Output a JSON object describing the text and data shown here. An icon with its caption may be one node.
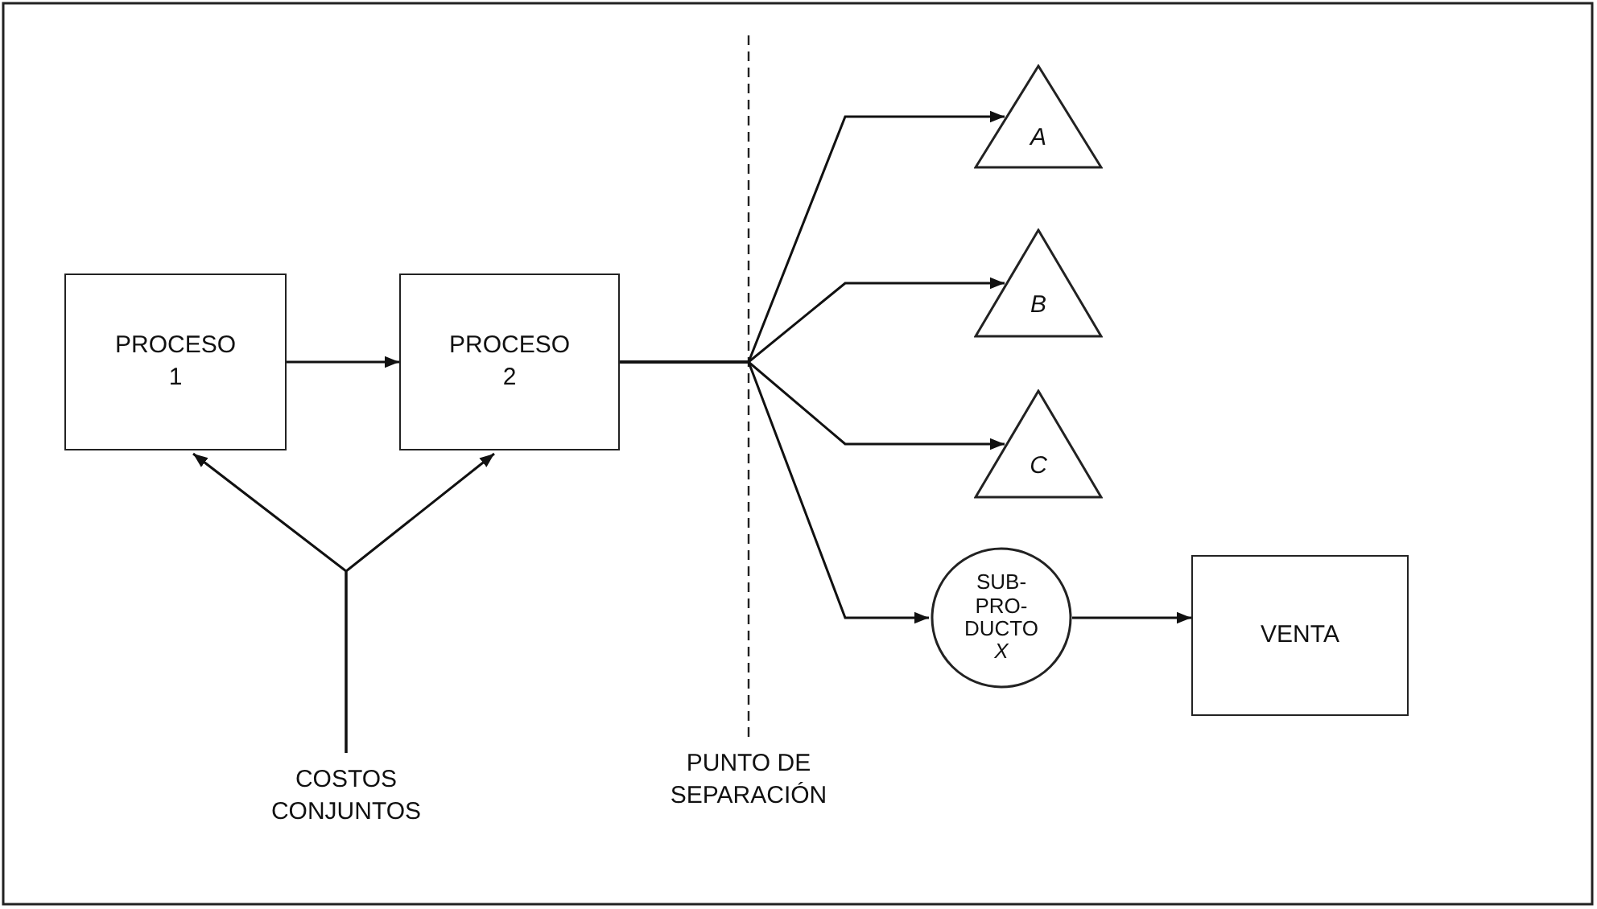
{
  "diagram": {
    "nodes": [
      {
        "text": [
          "PROCESO 1"
        ]
      },
      {
        "text": [
          "PROCESO 2"
        ]
      },
      {
        "text": [
          "COSTOS CONJUNTOS"
        ]
      },
      {
        "text": [
          "A"
        ]
      },
      {
        "text": [
          "B"
        ]
      },
      {
        "text": [
          "C"
        ]
      },
      {
        "text": [
          "SUB- PRO- DUCTO *X*"
        ]
      },
      {
        "text": [
          "VENTA"
        ]
      }
    ],
    "edges": [
      {
        "from": 0,
        "to": 1,
        "arrow": "to"
      },
      {
        "from": 2,
        "to": 0,
        "arrow": "to"
      },
      {
        "from": 2,
        "to": 1,
        "arrow": "to"
      },
      {
        "from": 1,
        "to": 3,
        "arrow": "to"
      },
      {
        "from": 1,
        "to": 4,
        "arrow": "to"
      },
      {
        "from": 1,
        "to": 5,
        "arrow": "to"
      },
      {
        "from": 1,
        "to": 6,
        "arrow": "to"
      },
      {
        "from": 6,
        "to": 7,
        "arrow": "to"
      }
    ],
    "labels": [
      "PUNTO DE SEPARACIÓN"
    ]
  }
}
